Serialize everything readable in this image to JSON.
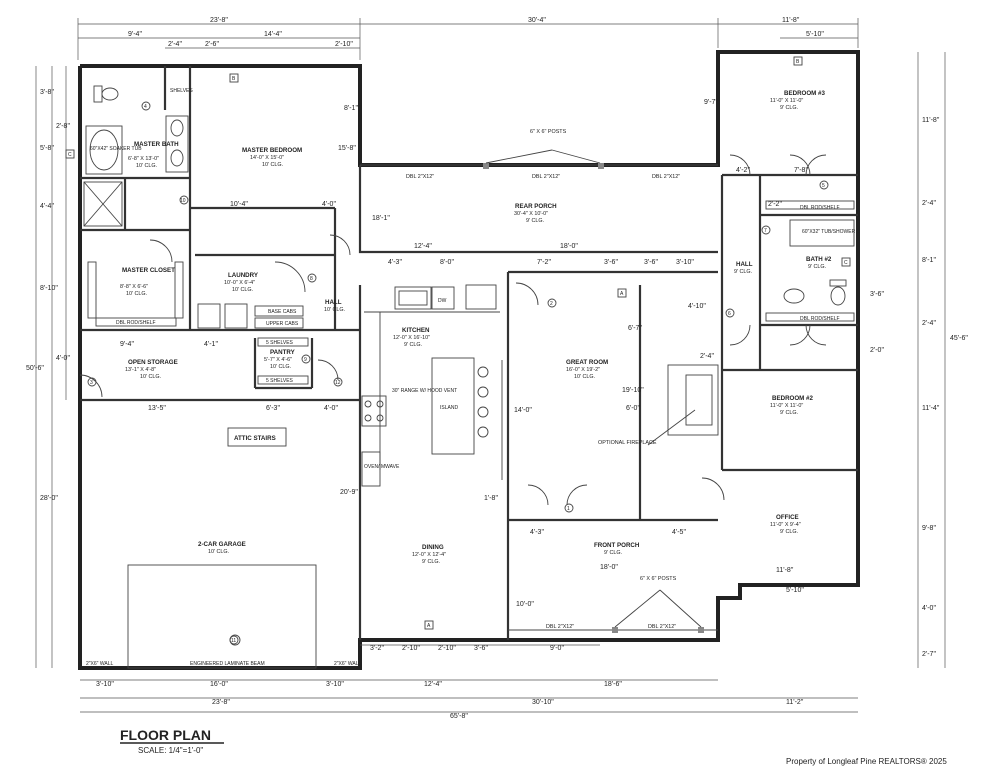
{
  "title": "FLOOR PLAN",
  "scale": "SCALE: 1/4\"=1'-0\"",
  "watermark": "Property of Longleaf Pine REALTORS®  2025",
  "rooms": {
    "master_bedroom": {
      "name": "MASTER BEDROOM",
      "size": "14'-0\" X 15'-0\"",
      "clg": "10' CLG."
    },
    "master_bath": {
      "name": "MASTER BATH",
      "size": "6'-8\" X 13'-0\"",
      "clg": "10' CLG."
    },
    "soaker_tub": "60\"X42\" SOAKER TUB",
    "master_closet": {
      "name": "MASTER CLOSET",
      "size": "8'-8\" X 6'-6\"",
      "clg": "10' CLG."
    },
    "laundry": {
      "name": "LAUNDRY",
      "size": "10'-0\" X 6'-4\"",
      "clg": "10' CLG."
    },
    "hall_main": {
      "name": "HALL",
      "clg": "10' CLG."
    },
    "pantry": {
      "name": "PANTRY",
      "size": "5'-7\" X 4'-6\"",
      "clg": "10' CLG."
    },
    "open_storage": {
      "name": "OPEN STORAGE",
      "size": "13'-1\" X 4'-8\"",
      "clg": "10' CLG."
    },
    "kitchen": {
      "name": "KITCHEN",
      "size": "12'-0\" X 16'-10\"",
      "clg": "9' CLG."
    },
    "island": "ISLAND",
    "range": "30\" RANGE W/ HOOD VENT",
    "oven": "OVEN/ MWAVE",
    "dw": "DW",
    "great_room": {
      "name": "GREAT ROOM",
      "size": "16'-0\" X 19'-2\"",
      "clg": "10' CLG."
    },
    "fireplace": "OPTIONAL FIREPLACE",
    "dining": {
      "name": "DINING",
      "size": "12'-0\" X 12'-4\"",
      "clg": "9' CLG."
    },
    "rear_porch": {
      "name": "REAR PORCH",
      "size": "30'-4\" X 10'-0\"",
      "clg": "9' CLG."
    },
    "front_porch": {
      "name": "FRONT PORCH",
      "clg": "9' CLG."
    },
    "garage": {
      "name": "2-CAR GARAGE",
      "clg": "10' CLG."
    },
    "attic": "ATTIC STAIRS",
    "bedroom3": {
      "name": "BEDROOM #3",
      "size": "11'-0\" X 11'-0\"",
      "clg": "9' CLG."
    },
    "bedroom2": {
      "name": "BEDROOM #2",
      "size": "11'-0\" X 11'-0\"",
      "clg": "9' CLG."
    },
    "bath2": {
      "name": "BATH #2",
      "clg": "9' CLG."
    },
    "tub_shower": "60\"X32\" TUB/SHOWER",
    "hall_right": {
      "name": "HALL",
      "clg": "9' CLG."
    },
    "office": {
      "name": "OFFICE",
      "size": "11'-0\" X 9'-4\"",
      "clg": "9' CLG."
    }
  },
  "labels": {
    "posts": "6\" X 6\" POSTS",
    "dbl_2x12": "DBL 2\"X12\"",
    "dbl_rod_shelf": "DBL ROD/SHELF",
    "base_cabs": "BASE CABS",
    "upper_cabs": "UPPER CABS",
    "shelves_5": "5 SHELVES",
    "beam": "ENGINEERED LAMINATE BEAM",
    "wall_2x6": "2\"X6\" WALL",
    "shelves": "SHELVES"
  },
  "dims_top": [
    "23'-8\"",
    "30'-4\"",
    "11'-8\"",
    "9'-4\"",
    "14'-4\"",
    "5'-10\"",
    "2'-4\"",
    "2'-6\"",
    "2'-10\""
  ],
  "dims_bottom": [
    "3'-10\"",
    "16'-0\"",
    "3'-10\"",
    "12'-4\"",
    "18'-6\"",
    "23'-8\"",
    "30'-10\"",
    "11'-2\"",
    "65'-8\""
  ],
  "dims_bottom_row2": [
    "3'-2\"",
    "2'-10\"",
    "2'-10\"",
    "3'-6\"",
    "9'-0\""
  ],
  "dims_left": [
    "50'-6\"",
    "3'-8\"",
    "5'-8\"",
    "4'-4\"",
    "8'-10\"",
    "28'-0\"",
    "2'-8\"",
    "4'-0\""
  ],
  "dims_right": [
    "45'-6\"",
    "11'-8\"",
    "2'-4\"",
    "8'-1\"",
    "2'-4\"",
    "11'-4\"",
    "9'-8\"",
    "4'-0\"",
    "2'-7\""
  ],
  "dims_inner": {
    "d_10_4": "10'-4\"",
    "d_4_0a": "4'-0\"",
    "d_15_8": "15'-8\"",
    "d_8_1": "8'-1\"",
    "d_18_1": "18'-1\"",
    "d_12_4": "12'-4\"",
    "d_18_0": "18'-0\"",
    "d_4_3": "4'-3\"",
    "d_8_0": "8'-0\"",
    "d_7_2": "7'-2\"",
    "d_3_6a": "3'-6\"",
    "d_3_6b": "3'-6\"",
    "d_3_10": "3'-10\"",
    "d_9_4": "9'-4\"",
    "d_4_1": "4'-1\"",
    "d_13_5": "13'-5\"",
    "d_6_3": "6'-3\"",
    "d_4_0b": "4'-0\"",
    "d_14_0": "14'-0\"",
    "d_20_9": "20'-9\"",
    "d_19_10": "19'-10\"",
    "d_6_7": "6'-7\"",
    "d_4_10": "4'-10\"",
    "d_6_0": "6'-0\"",
    "d_18_0b": "18'-0\"",
    "d_10_0": "10'-0\"",
    "d_11_8b": "11'-8\"",
    "d_5_10b": "5'-10\"",
    "d_4_2": "4'-2\"",
    "d_7_8": "7'-8\"",
    "d_2_2": "2'-2\"",
    "d_2_4": "2'-4\"",
    "d_3_6c": "3'-6\"",
    "d_2_0": "2'-0\"",
    "d_9_7": "9'-7\"",
    "d_4_3b": "4'-3\"",
    "d_4_5": "4'-5\"",
    "d_1_8": "1'-8\""
  },
  "tags": [
    "B",
    "C",
    "A",
    "4",
    "5",
    "6",
    "7",
    "8",
    "9",
    "10",
    "11",
    "12",
    "1",
    "2",
    "3"
  ]
}
